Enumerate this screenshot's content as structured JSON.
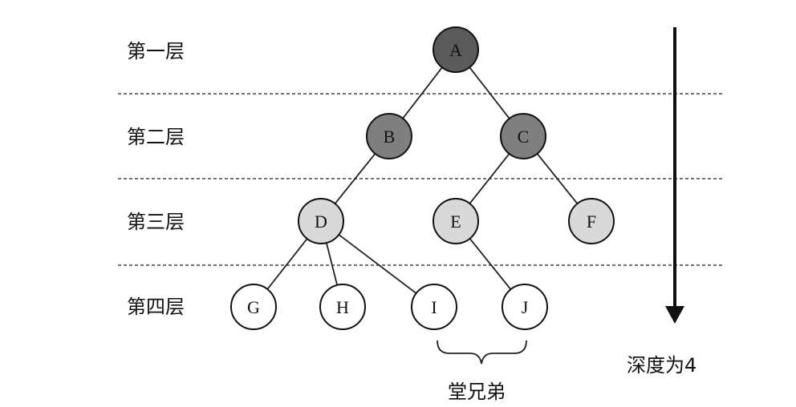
{
  "levels": [
    {
      "label": "第一层"
    },
    {
      "label": "第二层"
    },
    {
      "label": "第三层"
    },
    {
      "label": "第四层"
    }
  ],
  "nodes": [
    {
      "id": "A",
      "label": "A",
      "fill": "#5a5a5a"
    },
    {
      "id": "B",
      "label": "B",
      "fill": "#7f7f7f"
    },
    {
      "id": "C",
      "label": "C",
      "fill": "#7f7f7f"
    },
    {
      "id": "D",
      "label": "D",
      "fill": "#d9d9d9"
    },
    {
      "id": "E",
      "label": "E",
      "fill": "#d9d9d9"
    },
    {
      "id": "F",
      "label": "F",
      "fill": "#d9d9d9"
    },
    {
      "id": "G",
      "label": "G",
      "fill": "#ffffff"
    },
    {
      "id": "H",
      "label": "H",
      "fill": "#ffffff"
    },
    {
      "id": "I",
      "label": "I",
      "fill": "#ffffff"
    },
    {
      "id": "J",
      "label": "J",
      "fill": "#ffffff"
    }
  ],
  "edges": [
    [
      "A",
      "B"
    ],
    [
      "A",
      "C"
    ],
    [
      "B",
      "D"
    ],
    [
      "C",
      "E"
    ],
    [
      "C",
      "F"
    ],
    [
      "D",
      "G"
    ],
    [
      "D",
      "H"
    ],
    [
      "D",
      "I"
    ],
    [
      "E",
      "J"
    ]
  ],
  "cousin_note": "堂兄弟",
  "depth_note": "深度为4"
}
